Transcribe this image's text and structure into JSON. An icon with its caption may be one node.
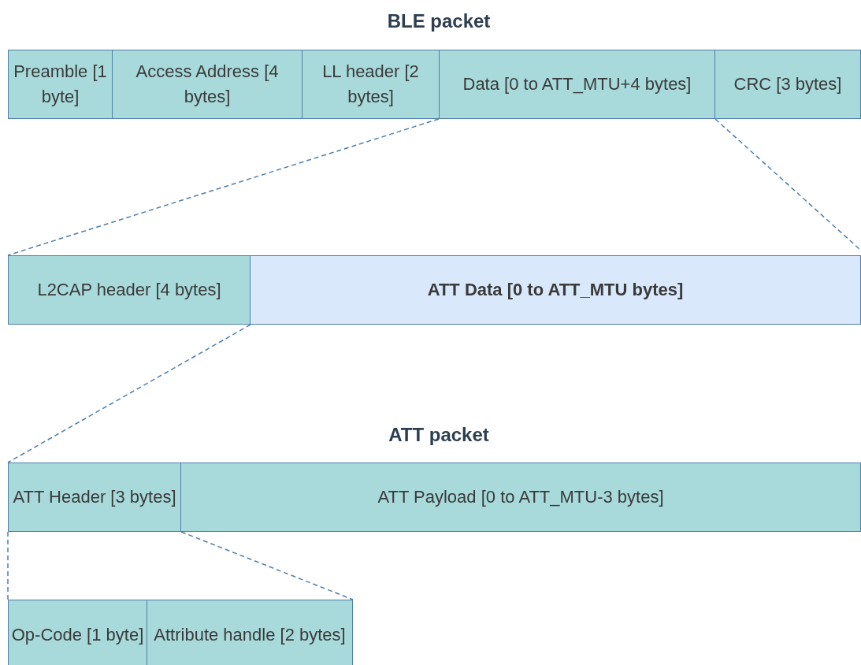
{
  "diagram": {
    "title": "BLE packet",
    "nodes": [
      {
        "text": [
          "Preamble [1 byte]"
        ]
      },
      {
        "text": [
          "Access Address [4 bytes]"
        ]
      },
      {
        "text": [
          "LL header [2 bytes]"
        ]
      },
      {
        "text": [
          "Data [0 to ATT_MTU+4 bytes]"
        ]
      },
      {
        "text": [
          "CRC [3 bytes]"
        ]
      },
      {
        "text": [
          "L2CAP header [4 bytes]"
        ]
      },
      {
        "text": [
          "ATT Data [0 to ATT_MTU bytes]"
        ]
      },
      {
        "text": [
          "ATT Header [3 bytes]"
        ]
      },
      {
        "text": [
          "ATT Payload [0 to ATT_MTU-3 bytes]"
        ]
      },
      {
        "text": [
          "Op-Code [1 byte]"
        ]
      },
      {
        "text": [
          "Attribute handle [2 bytes]"
        ]
      }
    ],
    "edges": [
      {
        "from": 3,
        "to": 5,
        "arrow": "none",
        "style": "dashed"
      },
      {
        "from": 3,
        "to": 6,
        "arrow": "none",
        "style": "dashed"
      },
      {
        "from": 5,
        "to": 7,
        "arrow": "none",
        "style": "dashed"
      },
      {
        "from": 7,
        "to": 9,
        "arrow": "none",
        "style": "dashed"
      },
      {
        "from": 7,
        "to": 10,
        "arrow": "none",
        "style": "dashed"
      }
    ],
    "labels": [
      "ATT packet"
    ]
  }
}
